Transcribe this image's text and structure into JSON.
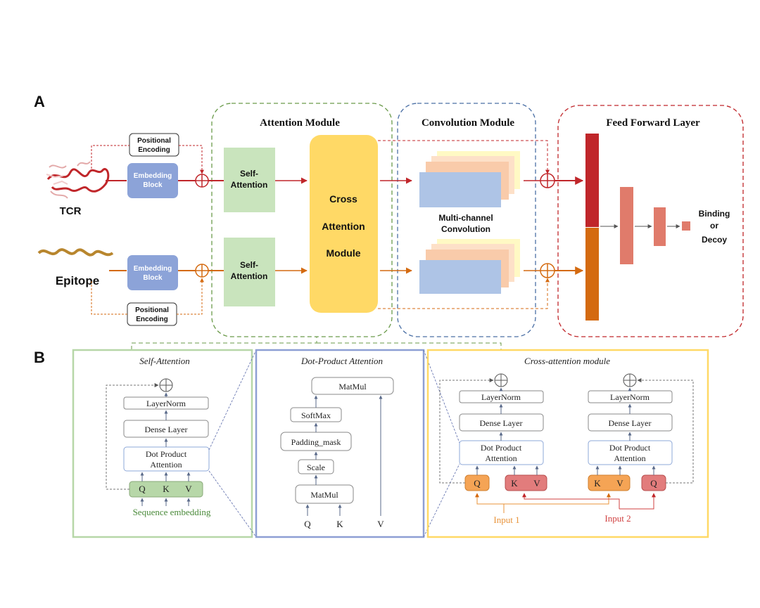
{
  "panel_a": {
    "label": "A",
    "modules": {
      "attention": "Attention Module",
      "convolution": "Convolution Module",
      "feed_forward": "Feed Forward Layer"
    },
    "tcr_label": "TCR",
    "epitope_label": "Epitope",
    "positional_encoding_top": [
      "Positional",
      "Encoding"
    ],
    "positional_encoding_bottom": [
      "Positional",
      "Encoding"
    ],
    "embedding_top": [
      "Embedding",
      "Block"
    ],
    "embedding_bottom": [
      "Embedding",
      "Block"
    ],
    "self_attention_top": [
      "Self-",
      "Attention"
    ],
    "self_attention_bottom": [
      "Self-",
      "Attention"
    ],
    "cross_attention": [
      "Cross",
      "Attention",
      "Module"
    ],
    "multichannel": [
      "Multi-channel",
      "Convolution"
    ],
    "output": [
      "Binding",
      "or",
      "Decoy"
    ]
  },
  "panel_b": {
    "label": "B",
    "self_attention": {
      "title": "Self-Attention",
      "layernorm": "LayerNorm",
      "dense": "Dense Layer",
      "dot_product": [
        "Dot Product",
        "Attention"
      ],
      "q": "Q",
      "k": "K",
      "v": "V",
      "sequence_embedding": "Sequence embedding"
    },
    "dot_product_attention": {
      "title": "Dot-Product Attention",
      "matmul_top": "MatMul",
      "softmax": "SoftMax",
      "padding_mask": "Padding_mask",
      "scale": "Scale",
      "matmul_bottom": "MatMul",
      "q": "Q",
      "k": "K",
      "v": "V"
    },
    "cross_attention_module": {
      "title": "Cross-attention module",
      "left": {
        "layernorm": "LayerNorm",
        "dense": "Dense Layer",
        "dot_product": [
          "Dot Product",
          "Attention"
        ],
        "q": "Q",
        "kv": [
          "K",
          "V"
        ]
      },
      "right": {
        "layernorm": "LayerNorm",
        "dense": "Dense Layer",
        "dot_product": [
          "Dot Product",
          "Attention"
        ],
        "kv": [
          "K",
          "V"
        ],
        "q": "Q"
      },
      "input1": "Input 1",
      "input2": "Input 2"
    }
  },
  "colors": {
    "tcr_red": "#c0262a",
    "epitope_orange": "#d46a10",
    "attention_green": "#6a9a4a",
    "conv_blue": "#4a6fa5",
    "ff_red": "#c0262a",
    "embed_blue": "#8ca3d8",
    "self_attn_green": "#c9e4bd",
    "cross_yellow": "#ffd966",
    "panel_b_green": "#b7d7a8",
    "panel_b_blue": "#8e9fd4",
    "panel_b_yellow": "#ffd966"
  }
}
